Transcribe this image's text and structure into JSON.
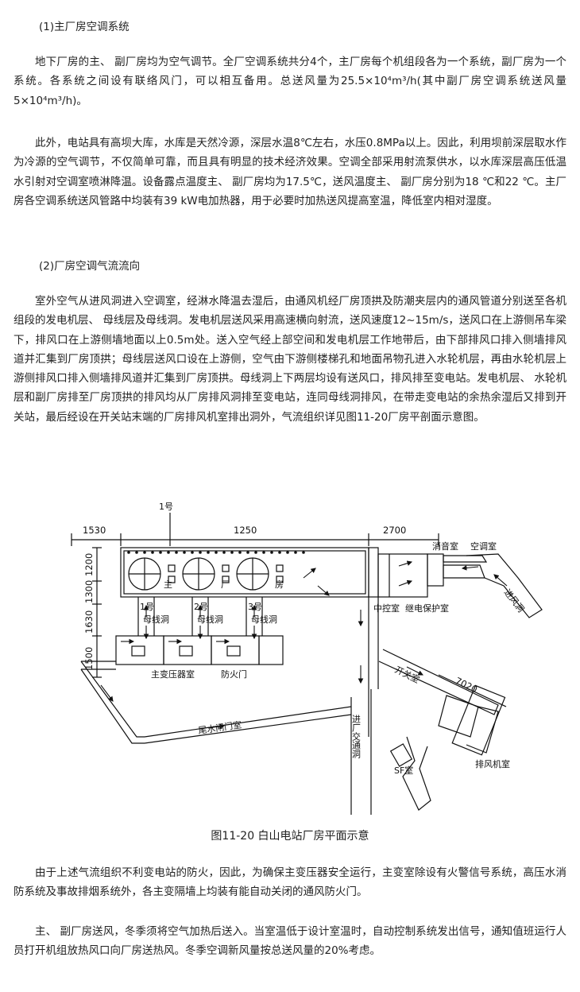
{
  "section1": {
    "heading": "(1)主厂房空调系统",
    "p1": "地下厂房的主、 副厂房均为空气调节。全厂空调系统共分4个，主厂房每个机组段各为一个系统，副厂房为一个系统。各系统之间设有联络风门，可以相互备用。总送风量为25.5×10⁴m³/h(其中副厂房空调系统送风量5×10⁴m³/h)。",
    "p2": "此外，电站具有高坝大库，水库是天然冷源，深层水温8℃左右，水压0.8MPa以上。因此，利用坝前深层取水作为冷源的空气调节，不仅简单可靠，而且具有明显的技术经济效果。空调全部采用射流泵供水，以水库深层高压低温水引射对空调室喷淋降温。设备露点温度主、 副厂房均为17.5℃，送风温度主、 副厂房分别为18 ℃和22 ℃。主厂房各空调系统送风管路中均装有39 kW电加热器，用于必要时加热送风提高室温，降低室内相对湿度。"
  },
  "section2": {
    "heading": "(2)厂房空调气流流向",
    "p1": "室外空气从进风洞进入空调室，经淋水降温去湿后，由通风机经厂房顶拱及防潮夹层内的通风管道分别送至各机组段的发电机层、 母线层及母线洞。发电机层送风采用高速横向射流，送风速度12~15m/s，送风口在上游侧吊车梁下，排风口在上游侧墙地面以上0.5m处。送入空气经上部空间和发电机层工作地带后，由下部排风口排入侧墙排风道并汇集到厂房顶拱；母线层送风口设在上游侧，空气由下游侧楼梯孔和地面吊物孔进入水轮机层，再由水轮机层上游侧排风口排入侧墙排风道并汇集到厂房顶拱。母线洞上下两层均设有送风口，排风排至变电站。发电机层、 水轮机层和副厂房排至厂房顶拱的排风均从厂房排风洞排至变电站，连同母线洞排风，在带走变电站的余热余湿后又排到开关站，最后经设在开关站末端的厂房排风机室排出洞外，气流组织详见图11-20厂房平剖面示意图。"
  },
  "figure": {
    "caption": "图11-20 白山电站厂房平面示意",
    "labels": {
      "unit1": "1号",
      "dim_1530": "1530",
      "dim_1250": "1250",
      "dim_2700": "2700",
      "dim_1200": "1200",
      "dim_1300": "1300",
      "dim_1630": "1630",
      "dim_1500": "1500",
      "dim_7020": "7020",
      "main_zhu": "主",
      "main_chang": "厂",
      "main_fang": "房",
      "bus1_num": "1号",
      "bus2_num": "2号",
      "bus3_num": "3号",
      "bus_tunnel": "母线洞",
      "muffler_room": "消音室",
      "ac_room": "空调室",
      "control_room": "中控室",
      "relay_room": "继电保护室",
      "intake_tunnel": "进风洞",
      "transformer_room": "主变压器室",
      "fire_door": "防火门",
      "tailgate_room": "尾水闸门室",
      "access_tunnel": "进厂交通洞",
      "switch_station": "开关室",
      "sf_room": "SF室",
      "exhaust_room": "排风机室"
    }
  },
  "section3": {
    "p1": "由于上述气流组织不利变电站的防火，因此，为确保主变压器安全运行，主变室除设有火警信号系统，高压水消防系统及事故排烟系统外，各主变隔墙上均装有能自动关闭的通风防火门。",
    "p2": "主、 副厂房送风，冬季须将空气加热后送入。当室温低于设计室温时，自动控制系统发出信号，通知值班运行人员打开机组放热风口向厂房送热风。冬季空调新风量按总送风量的20%考虑。"
  }
}
